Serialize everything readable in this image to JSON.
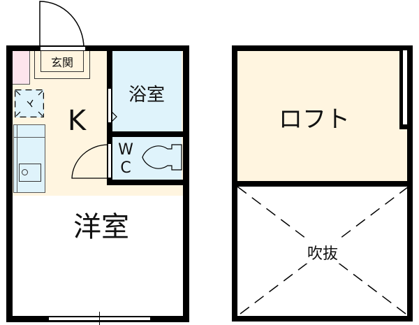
{
  "floor1": {
    "entrance_label": "玄関",
    "bathroom_label": "浴室",
    "kitchen_label": "K",
    "wc_label_w": "W",
    "wc_label_c": "C",
    "western_room_label": "洋室"
  },
  "floor2": {
    "loft_label": "ロフト",
    "void_label": "吹抜"
  },
  "colors": {
    "floor": "#fff5e0",
    "wet_area": "#dff3fb",
    "shoe_box": "#fde4ec",
    "wall": "#000000"
  }
}
